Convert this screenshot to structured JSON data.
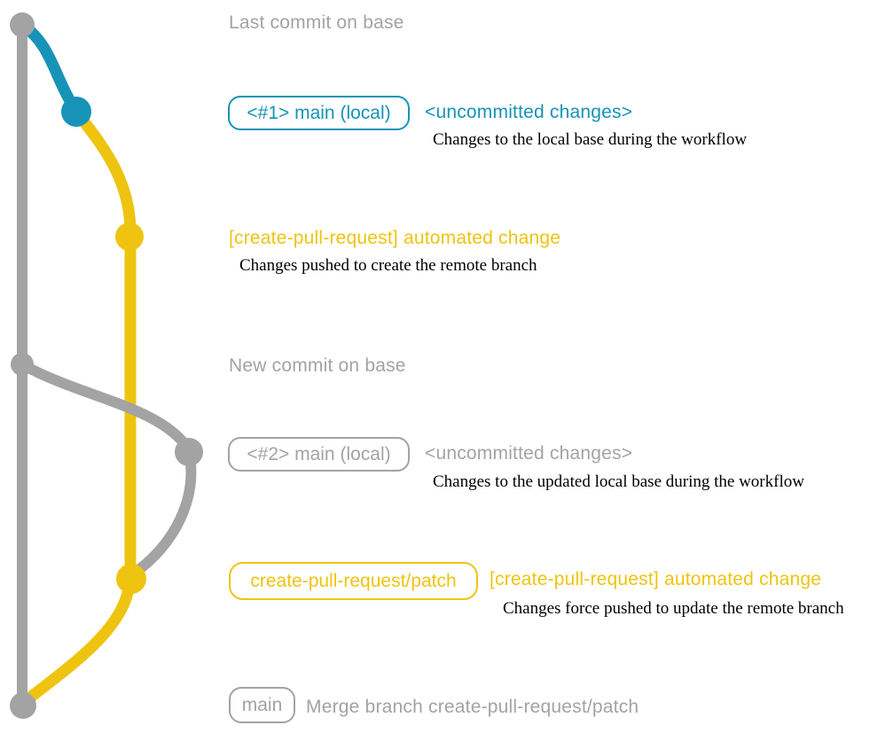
{
  "colors": {
    "gray": "#a3a3a3",
    "blue": "#1793b7",
    "yellow": "#eec410",
    "ink": "#000000",
    "background": "#ffffff"
  },
  "annotations": {
    "row1": {
      "label": "Last commit on base"
    },
    "row2": {
      "badge": "<#1> main (local)",
      "status": "<uncommitted changes>",
      "note": "Changes to the local base during the workflow"
    },
    "row3": {
      "message": "[create-pull-request] automated change",
      "note": "Changes pushed to create the remote branch"
    },
    "row4": {
      "label": "New commit on base"
    },
    "row5": {
      "badge": "<#2> main (local)",
      "status": "<uncommitted changes>",
      "note": "Changes to the updated local base during the workflow"
    },
    "row6": {
      "badge": "create-pull-request/patch",
      "message": "[create-pull-request] automated change",
      "note": "Changes force pushed to update the remote branch"
    },
    "row7": {
      "badge": "main",
      "message": "Merge branch create-pull-request/patch"
    }
  }
}
